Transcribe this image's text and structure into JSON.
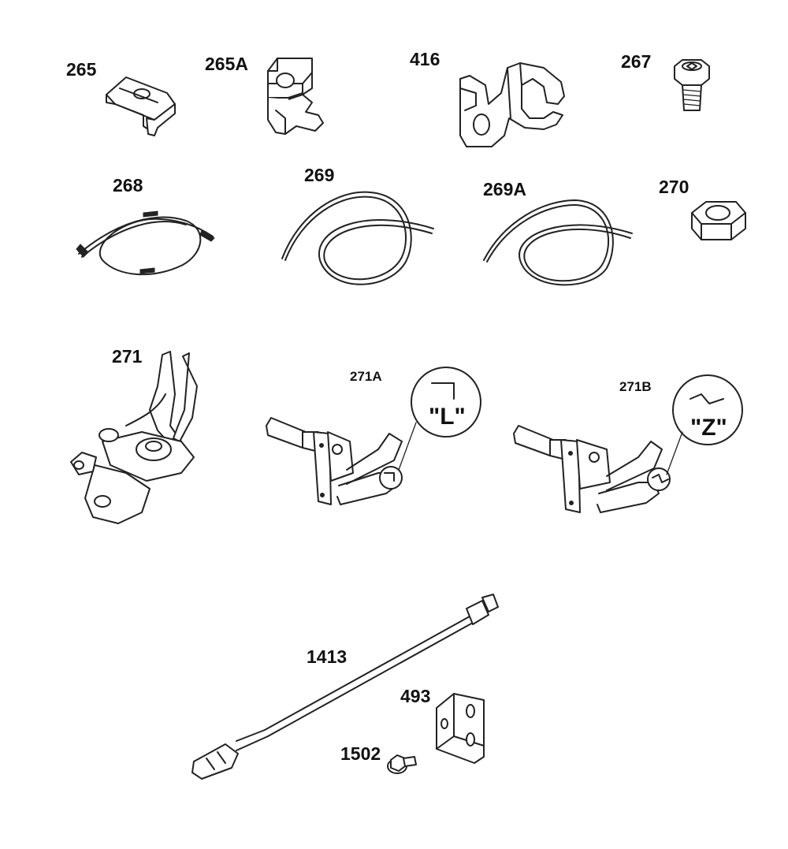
{
  "parts": [
    {
      "id": "265",
      "label": "265"
    },
    {
      "id": "265A",
      "label": "265A"
    },
    {
      "id": "416",
      "label": "416"
    },
    {
      "id": "267",
      "label": "267"
    },
    {
      "id": "268",
      "label": "268"
    },
    {
      "id": "269",
      "label": "269"
    },
    {
      "id": "269A",
      "label": "269A"
    },
    {
      "id": "270",
      "label": "270"
    },
    {
      "id": "271",
      "label": "271"
    },
    {
      "id": "271A",
      "label": "271A"
    },
    {
      "id": "271B",
      "label": "271B"
    },
    {
      "id": "1413",
      "label": "1413"
    },
    {
      "id": "493",
      "label": "493"
    },
    {
      "id": "1502",
      "label": "1502"
    }
  ],
  "callouts": {
    "l_bend": "\"L\"",
    "z_bend": "\"Z\""
  }
}
